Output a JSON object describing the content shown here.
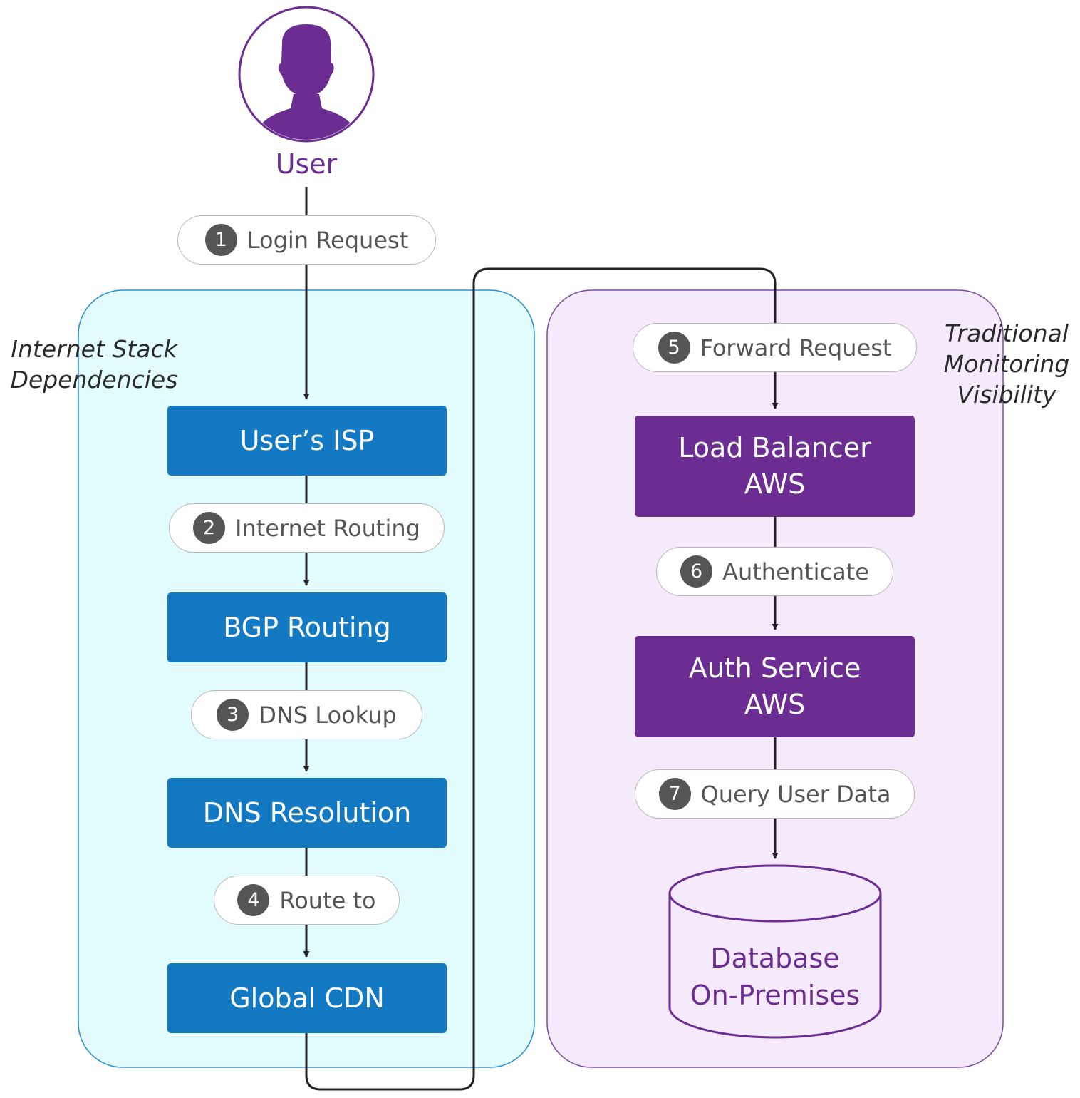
{
  "colors": {
    "internet_blue": "#1479c3",
    "internet_group_bg": "#e2fbfd",
    "internet_group_border": "#2a8ed4",
    "app_purple": "#6b2d91",
    "app_group_bg": "#f5eafc",
    "app_group_border": "#7e4aa0",
    "connector": "#222222",
    "step_badge": "#555555"
  },
  "groups": {
    "internet": {
      "label": "Internet Stack\nDependencies"
    },
    "monitoring": {
      "label": "Traditional\nMonitoring\nVisibility"
    }
  },
  "user": {
    "label": "User",
    "icon": "user-silhouette-icon"
  },
  "nodes": {
    "isp": "User’s ISP",
    "bgp": "BGP Routing",
    "dns": "DNS Resolution",
    "cdn": "Global CDN",
    "lb": "Load Balancer\nAWS",
    "auth": "Auth Service\nAWS",
    "db": "Database\nOn-Premises"
  },
  "steps": [
    {
      "num": "1",
      "label": "Login Request"
    },
    {
      "num": "2",
      "label": "Internet Routing"
    },
    {
      "num": "3",
      "label": "DNS Lookup"
    },
    {
      "num": "4",
      "label": "Route to"
    },
    {
      "num": "5",
      "label": "Forward Request"
    },
    {
      "num": "6",
      "label": "Authenticate"
    },
    {
      "num": "7",
      "label": "Query User Data"
    }
  ]
}
